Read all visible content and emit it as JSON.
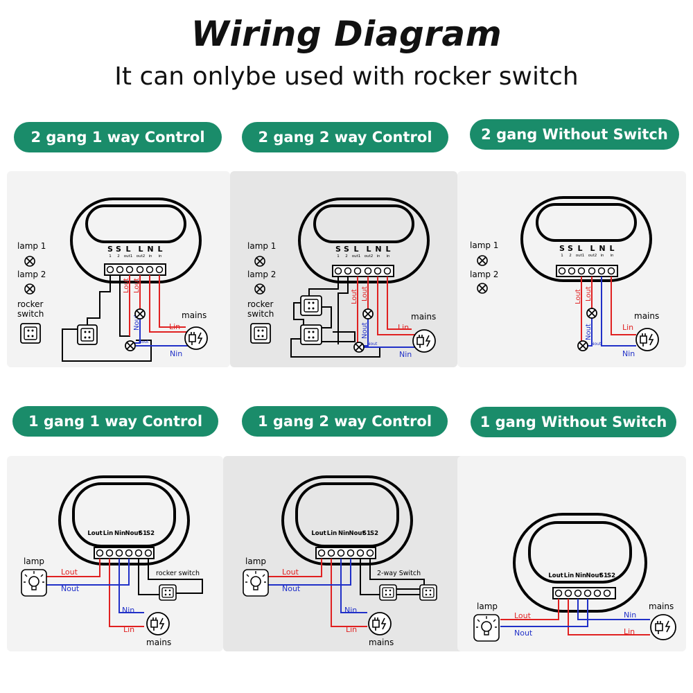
{
  "title": "Wiring Diagram",
  "subtitle": "It can onlybe used with rocker switch",
  "colors": {
    "accent": "#1a8c6a",
    "red": "#e02020",
    "blue": "#2030c8",
    "panel_light": "#f3f3f3",
    "panel_gray": "#e6e6e6"
  },
  "labels": {
    "lamp1": "lamp 1",
    "lamp2": "lamp 2",
    "rocker_l1": "rocker",
    "rocker_l2": "switch",
    "mains": "mains",
    "lamp": "lamp",
    "lin": "Lin",
    "nin": "Nin",
    "lout": "Lout",
    "nout": "Nout",
    "rocker_switch": "rocker switch",
    "two_way_switch": "2-way Switch"
  },
  "terminals_2gang": {
    "top": [
      "S",
      "S",
      "L",
      "L",
      "N",
      "L"
    ],
    "sub": [
      "1",
      "2",
      "out1",
      "out2",
      "in",
      "in"
    ]
  },
  "terminals_1gang": [
    "Lout",
    "Lin",
    "Nin",
    "Nout",
    "S1",
    "S2"
  ],
  "panels": [
    {
      "pill": "2 gang 1 way Control"
    },
    {
      "pill": "2 gang 2 way Control"
    },
    {
      "pill": "2 gang Without Switch"
    },
    {
      "pill": "1 gang 1 way Control"
    },
    {
      "pill": "1 gang 2 way Control"
    },
    {
      "pill": "1 gang Without Switch"
    }
  ]
}
